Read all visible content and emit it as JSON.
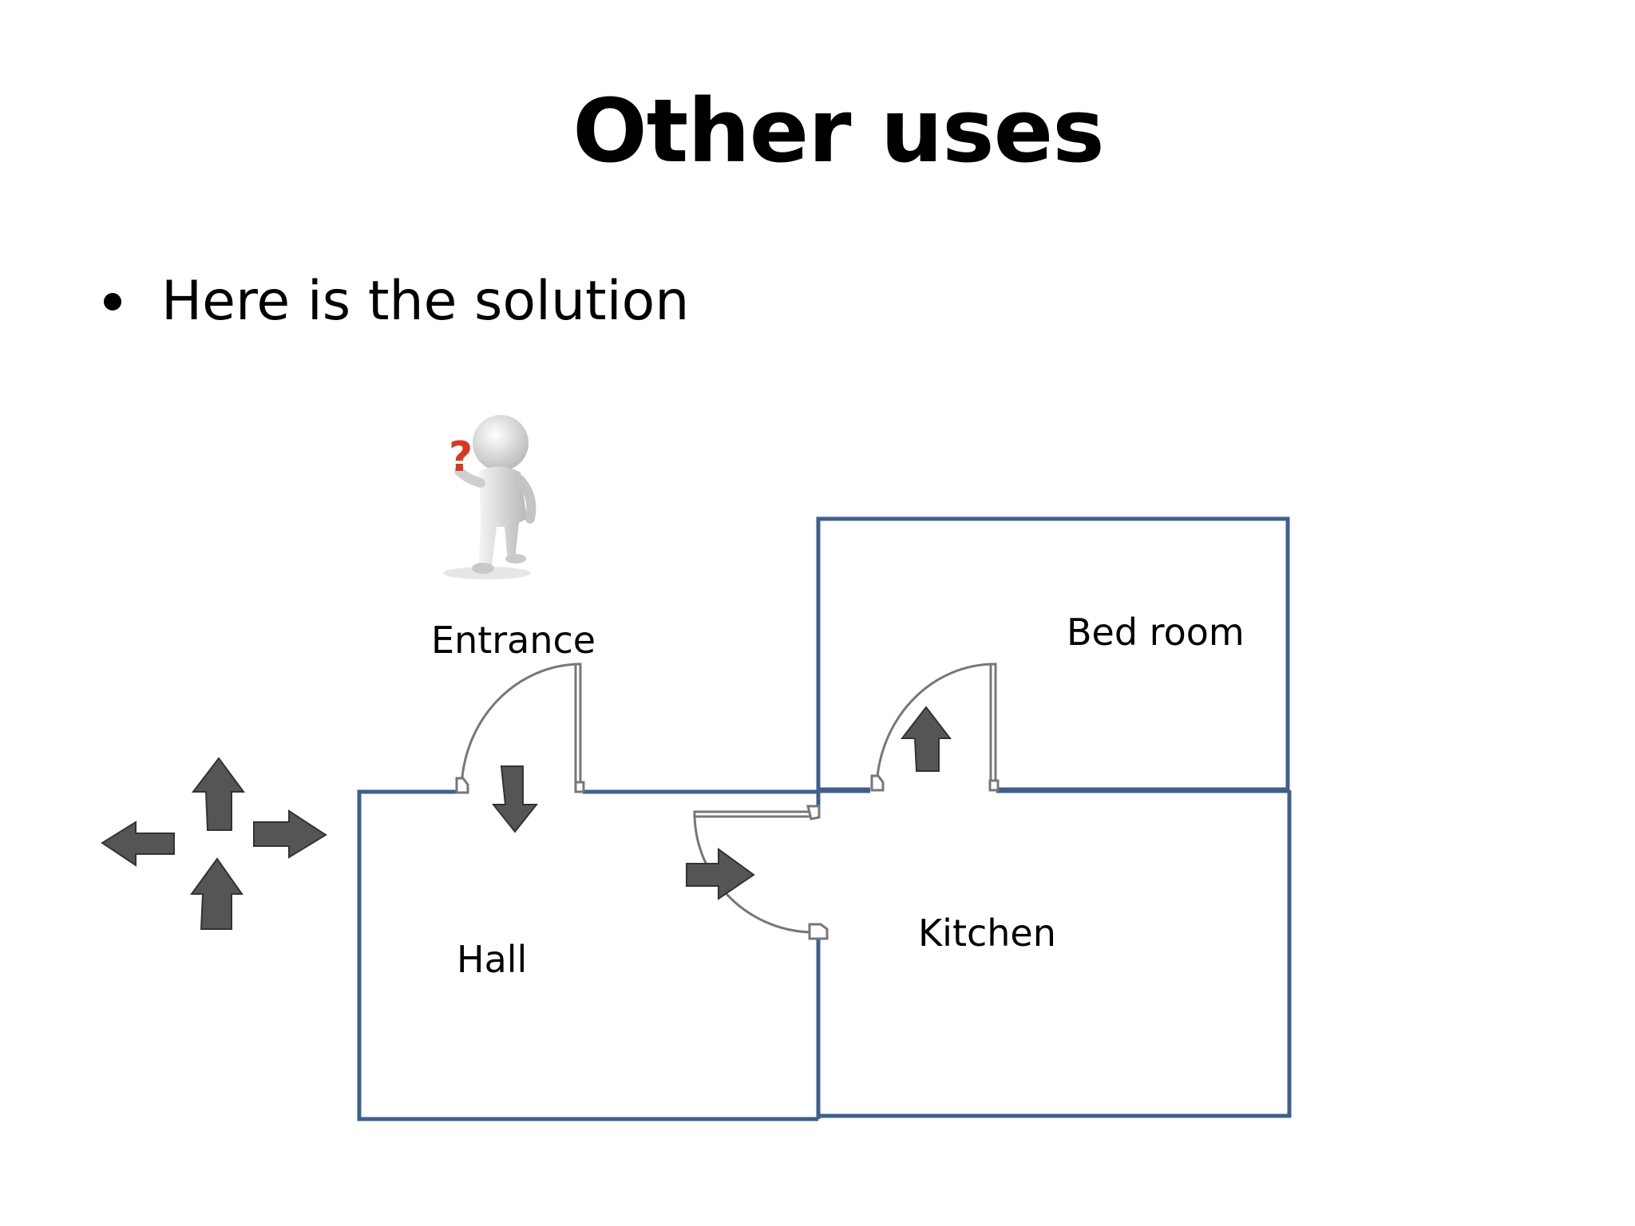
{
  "slide": {
    "title": "Other uses",
    "bullet": "Here is the solution"
  },
  "floor_plan": {
    "rooms": {
      "entrance": "Entrance",
      "bedroom": "Bed room",
      "hall": "Hall",
      "kitchen": "Kitchen"
    },
    "wall_color": "#3f5f8f",
    "arrow_color": "#555555",
    "door_color": "#777777"
  }
}
